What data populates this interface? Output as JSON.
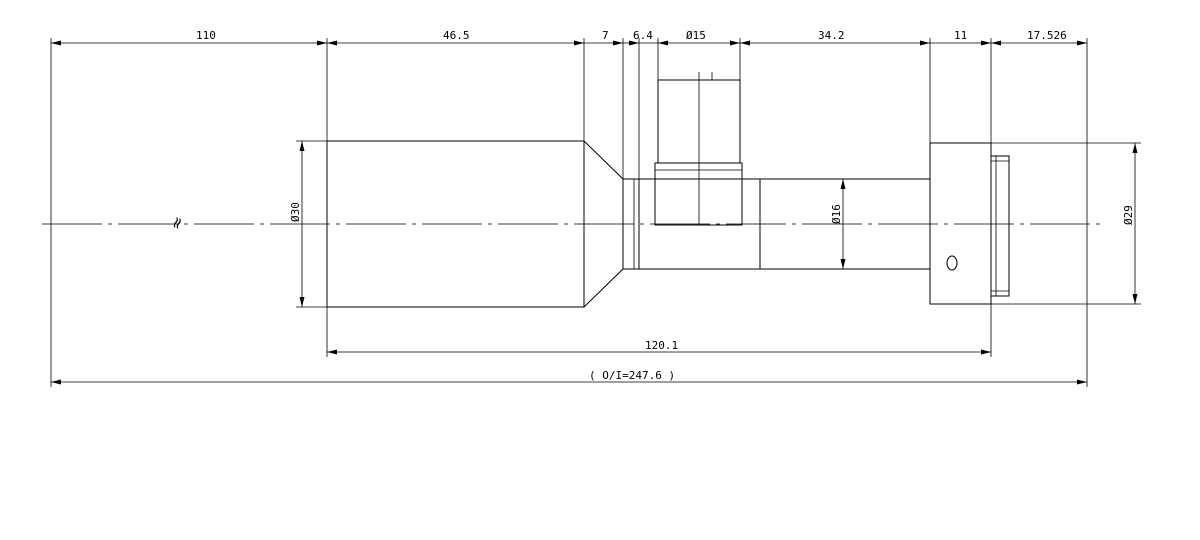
{
  "drawing": {
    "line_color": "#000000",
    "background": "#ffffff",
    "dimensions": {
      "d_110": "110",
      "d_46_5": "46.5",
      "d_7": "7",
      "d_6_4": "6.4",
      "d_dia15": "Ø15",
      "d_34_2": "34.2",
      "d_11": "11",
      "d_17_526": "17.526",
      "d_dia30": "Ø30",
      "d_dia16": "Ø16",
      "d_dia29": "Ø29",
      "d_120_1": "120.1",
      "d_total": "( O/I=247.6 )"
    },
    "break_symbol": "≈"
  }
}
